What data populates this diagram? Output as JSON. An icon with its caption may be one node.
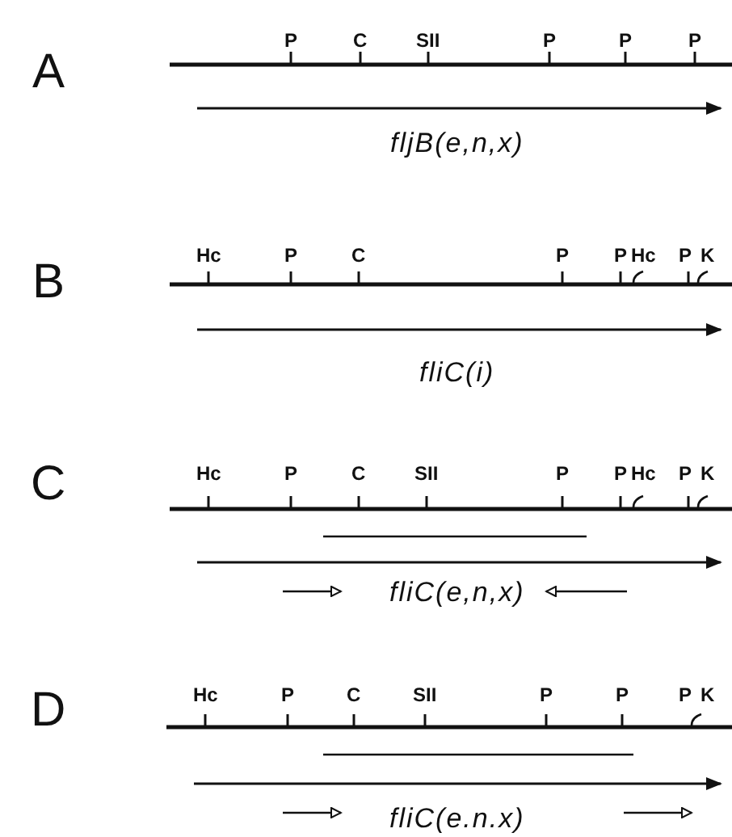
{
  "diagram": {
    "labels": [
      "A",
      "P",
      "C",
      "SII",
      "P",
      "P",
      "P",
      "fljB(e,n,x)",
      "B",
      "Hc",
      "P",
      "C",
      "P",
      "P",
      "Hc",
      "P",
      "K",
      "fliC(i)",
      "C",
      "Hc",
      "P",
      "C",
      "SII",
      "P",
      "P",
      "Hc",
      "P",
      "K",
      "fliC(e,n,x)",
      "D",
      "Hc",
      "P",
      "C",
      "SII",
      "P",
      "P",
      "P",
      "K",
      "fliC(e.n.x)"
    ]
  }
}
